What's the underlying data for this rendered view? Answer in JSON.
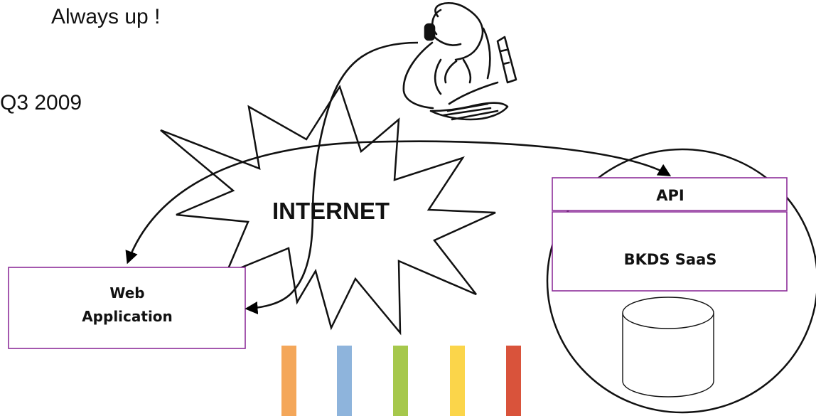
{
  "headline": "Always up !",
  "date_label": "Q3 2009",
  "cloud_label": "INTERNET",
  "web_app": {
    "line1": "Web",
    "line2": "Application"
  },
  "saas": {
    "api_label": "API",
    "service_label": "BKDS SaaS"
  },
  "colors": {
    "box_border": "#8e2f9a",
    "bars": [
      "#f4a75a",
      "#8eb4dc",
      "#a6c84c",
      "#fbd54a",
      "#d9533b"
    ]
  },
  "icons": [
    "operator-headset-icon",
    "database-cylinder-icon"
  ]
}
